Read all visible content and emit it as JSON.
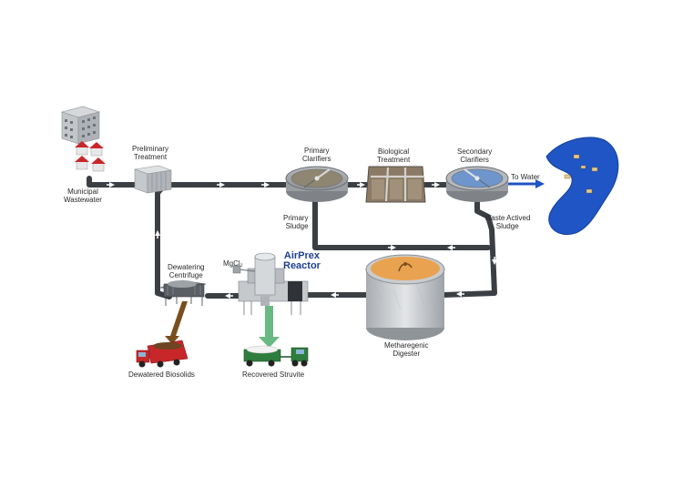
{
  "labels": {
    "municipal": [
      "Municipal",
      "Wastewater"
    ],
    "preliminary": [
      "Preliminary",
      "Treatment"
    ],
    "primary_clarifiers": [
      "Primary",
      "Clarifiers"
    ],
    "biological": [
      "Biological",
      "Treatment"
    ],
    "secondary_clarifiers": [
      "Secondary",
      "Clarifiers"
    ],
    "to_water": "To Water",
    "primary_sludge": [
      "Primary",
      "Sludge"
    ],
    "waste_activated": [
      "Waste Actived",
      "Sludge"
    ],
    "dewatering": [
      "Dewatering",
      "Centrifuge"
    ],
    "mgcl2": "MgCl₂",
    "airprex": [
      "AirPrex",
      "Reactor"
    ],
    "digester": [
      "Metharegenic",
      "Digester"
    ],
    "biosolids": "Dewatered Biosolids",
    "struvite": "Recovered Struvite"
  },
  "colors": {
    "pipe": "#3b3f44",
    "water": "#1f55c4",
    "sludge_flow": "#7a4f1f",
    "struvite_flow": "#69b982",
    "digester_top": "#e9a24f",
    "reactor_text": "#1f3f8f",
    "truck_red": "#c8272a",
    "truck_green": "#2f7d3e"
  }
}
